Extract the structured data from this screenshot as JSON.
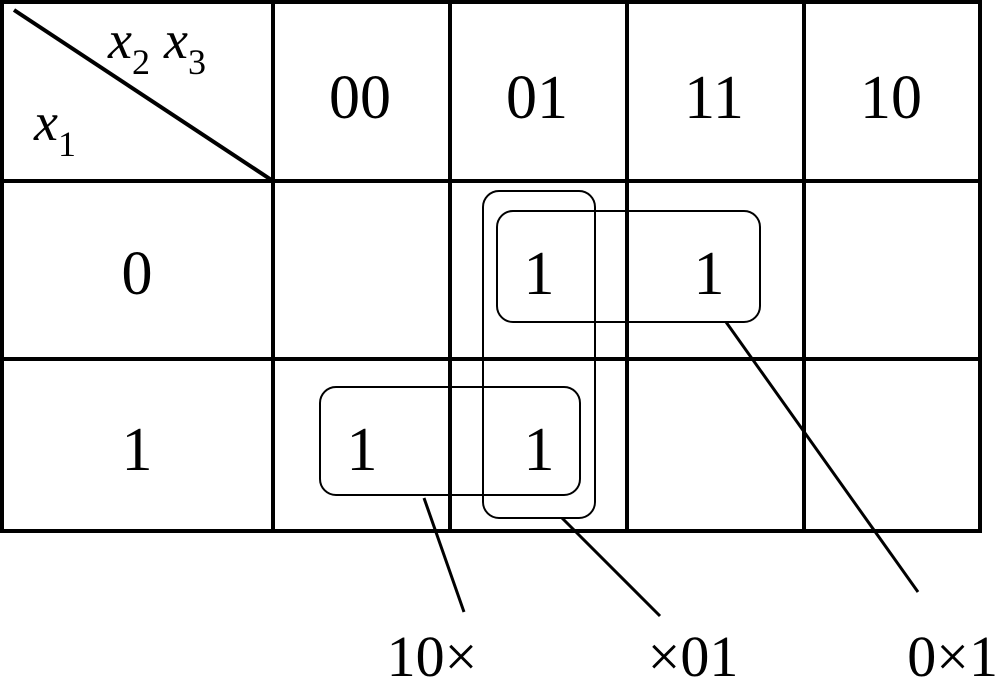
{
  "corner": {
    "col_var_a": "x",
    "col_var_a_sub": "2",
    "col_var_b": "x",
    "col_var_b_sub": "3",
    "row_var": "x",
    "row_var_sub": "1"
  },
  "columns": [
    "00",
    "01",
    "11",
    "10"
  ],
  "rows": [
    {
      "label": "0",
      "cells": [
        "",
        "1",
        "1",
        ""
      ]
    },
    {
      "label": "1",
      "cells": [
        "1",
        "1",
        "",
        ""
      ]
    }
  ],
  "groups": [
    {
      "label": "10×"
    },
    {
      "label": "×01"
    },
    {
      "label": "0×1"
    }
  ]
}
